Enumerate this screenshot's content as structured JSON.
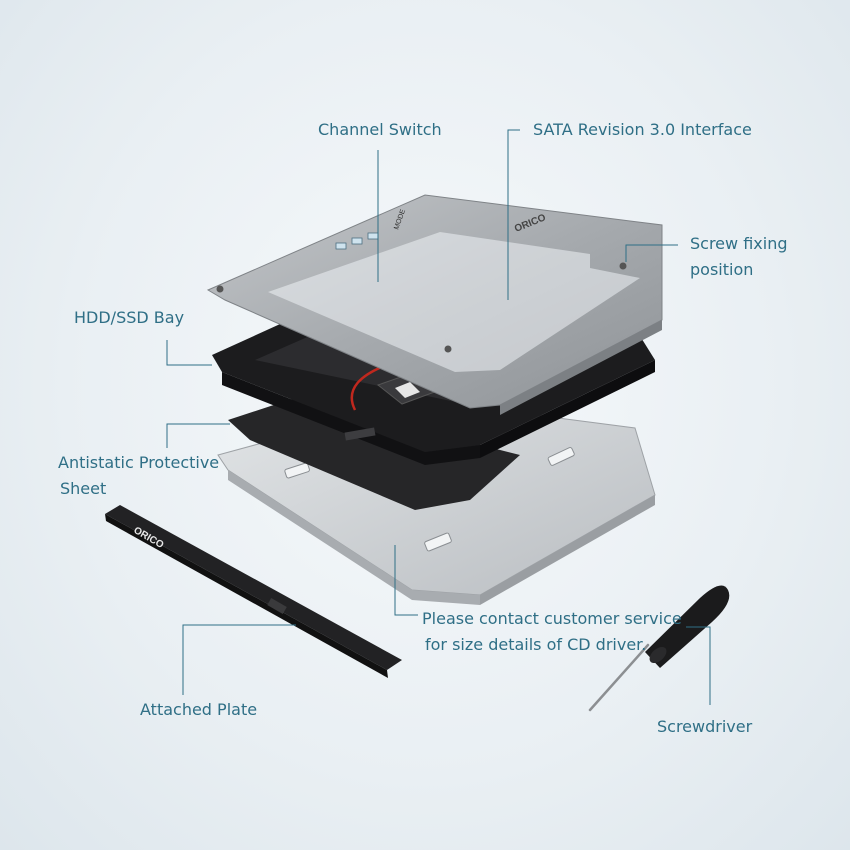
{
  "callouts": {
    "channel_switch": "Channel Switch",
    "sata_interface": "SATA Revision 3.0 Interface",
    "screw_fixing": [
      "Screw fixing",
      "position"
    ],
    "hdd_ssd_bay": "HDD/SSD Bay",
    "antistatic": [
      "Antistatic Protective",
      "Sheet"
    ],
    "contact_service": [
      "Please contact customer service",
      "for size details of CD driver."
    ],
    "attached_plate": "Attached Plate",
    "screwdriver": "Screwdriver"
  },
  "brand": {
    "logo": "ORICO",
    "mode_label": "MODE"
  },
  "colors": {
    "callout": "#2f6f86",
    "frame_metal": "#a9adb1",
    "tray_black": "#1c1c1e",
    "base_metal": "#c9cdd0",
    "cable_red": "#c0281e"
  }
}
